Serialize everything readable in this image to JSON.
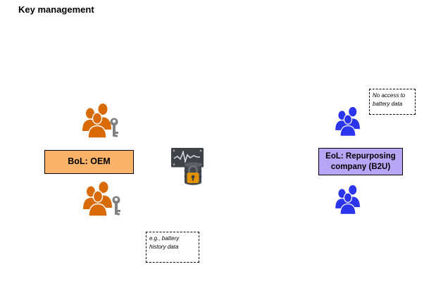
{
  "title": "Key management",
  "bol": {
    "label": "BoL: OEM"
  },
  "eol": {
    "label_line1": "EoL: Repurposing",
    "label_line2": "company (B2U)"
  },
  "notes": {
    "top_right": {
      "line1": "No access to",
      "line2": "battery data"
    },
    "bottom": {
      "line1": "e.g., battery",
      "line2": "history data"
    }
  },
  "icons": {
    "oem_staff": "people-group-with-key-icon",
    "b2u_staff": "people-group-icon",
    "secured_data": "locked-database-icon",
    "key": "key-icon",
    "padlock": "padlock-icon"
  },
  "colors": {
    "bol_box_fill": "#FBB369",
    "eol_box_fill": "#B5A6F6",
    "oem_icon": "#D96B06",
    "b2u_icon": "#2B35EB",
    "key_gray": "#808080",
    "panel_gray": "#3F4347",
    "panel_dot": "#9AA0A5",
    "waveform": "#D6D9DC",
    "cylinder_body": "#44484C",
    "cylinder_top": "#5A5E63",
    "cylinder_band": "#34383C",
    "shackle_gray": "#6B6F74",
    "lock_orange": "#E09200",
    "keyhole_dark": "#3A3E42",
    "outline_white": "#FFFFFF"
  }
}
